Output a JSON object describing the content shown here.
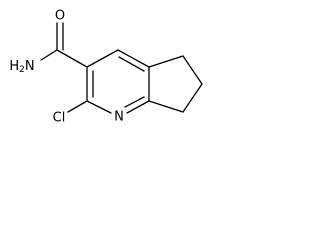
{
  "molecule": {
    "atoms": {
      "carbonyl_oxygen": "O",
      "amide_nitrogen": "H2N",
      "chlorine": "Cl",
      "ring_nitrogen": "N"
    },
    "colors": {
      "bond": "#000000",
      "label": "#000000",
      "background": "#ffffff"
    }
  }
}
